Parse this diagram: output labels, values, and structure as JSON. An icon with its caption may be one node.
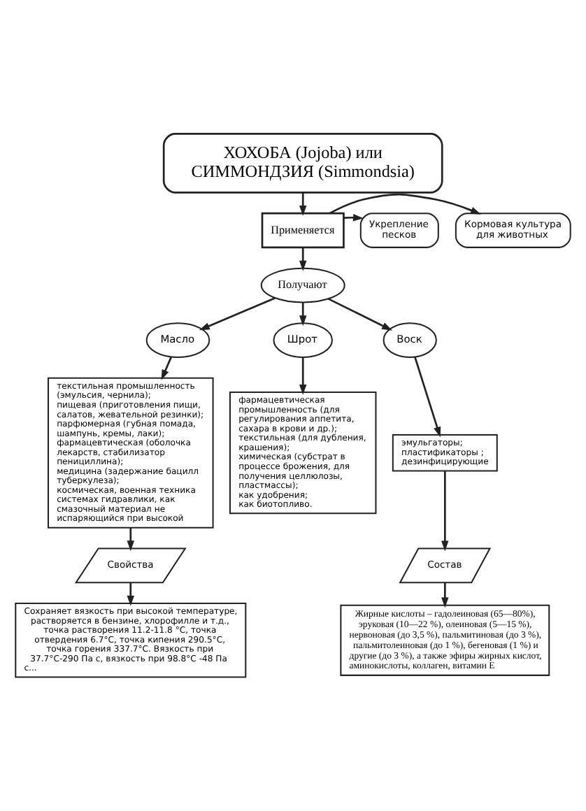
{
  "diagram": {
    "nodes": [
      {
        "text": [
          "ХОХОБА (Jojoba) или СИММОНДЗИЯ (Simmondsia)"
        ]
      },
      {
        "text": [
          "Применяется"
        ]
      },
      {
        "text": [
          "Кормовая культура для животных"
        ]
      },
      {
        "text": [
          "Укрепление песков"
        ]
      },
      {
        "text": [
          "Получают"
        ]
      },
      {
        "text": [
          "Масло"
        ]
      },
      {
        "text": [
          "Шрот"
        ]
      },
      {
        "text": [
          "Воск"
        ]
      },
      {
        "text": [
          "текстильная промышленность (эмульсия, чернила);",
          "пищевая (приготовления пищи, салатов, жевательной резинки);",
          "парфюмерная (губная помада, шампунь, кремы, лаки);",
          "фармацевтическая (оболочка лекарств, стабилизатор пенициллина);",
          "медицина (задержание бацилл туберкулеза);",
          "космическая, военная техника системах гидравлики, как смазочный материал не испаряющийся при высокой"
        ]
      },
      {
        "text": [
          "фармацевтическая промышленность (для регулирования аппетита, сахара в крови и др.);",
          "текстильная (для дубления, крашения);",
          "химическая (субстрат в процессе брожения, для получения целлюлозы, пластмассы);",
          "как удобрения;",
          "как биотопливо."
        ]
      },
      {
        "text": [
          "эмульгаторы;",
          "пластификаторы ;",
          "дезинфицирующие"
        ]
      },
      {
        "text": [
          "Свойства"
        ]
      },
      {
        "text": [
          "Сохраняет вязкость при высокой температуре, растворяется в бензине, хлорофилле и т.д., точка растворения 11.2-11.8 °C, точка отвердения 6.7°C, точка кипения 290.5°C, точка горения 337.7°C. Вязкость при 37.7°C-290 Па с, вязкость при 98.8°C -48 Па с..."
        ]
      },
      {
        "text": [
          "Состав"
        ]
      },
      {
        "text": [
          "Жирные кислоты – гадолеиновая (65—80%), эруковая (10—22 %), олеиновая (5—15 %), нервоновая (до 3,5 %), пальмитиновая (до 3 %), пальмитолеиновая (до 1 %), бегеновая (1 %) и другие (до 3 %), а также эфиры жирных кислот, аминокислоты, коллаген, витамин E"
        ]
      }
    ],
    "edges": [
      {
        "from": 0,
        "to": 1,
        "arrow": "to"
      },
      {
        "from": 1,
        "to": 2,
        "arrow": "to"
      },
      {
        "from": 1,
        "to": 3,
        "arrow": "to"
      },
      {
        "from": 1,
        "to": 4,
        "arrow": "to"
      },
      {
        "from": 4,
        "to": 5,
        "arrow": "to"
      },
      {
        "from": 4,
        "to": 6,
        "arrow": "to"
      },
      {
        "from": 4,
        "to": 7,
        "arrow": "to"
      },
      {
        "from": 5,
        "to": 8,
        "arrow": "to"
      },
      {
        "from": 6,
        "to": 9,
        "arrow": "to"
      },
      {
        "from": 7,
        "to": 10,
        "arrow": "to"
      },
      {
        "from": 8,
        "to": 11,
        "arrow": "to"
      },
      {
        "from": 11,
        "to": 12,
        "arrow": "to"
      },
      {
        "from": 10,
        "to": 13,
        "arrow": "to"
      },
      {
        "from": 13,
        "to": 14,
        "arrow": "to"
      }
    ]
  }
}
